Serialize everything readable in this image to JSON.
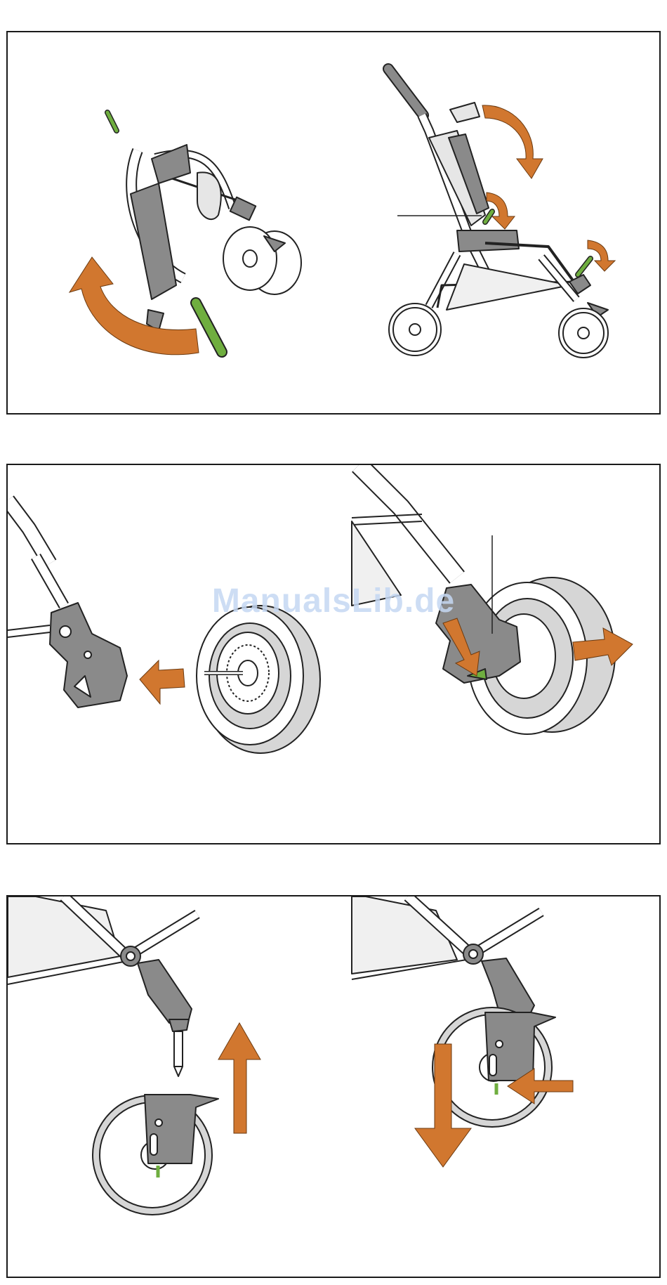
{
  "watermark": "ManualsLib.de",
  "colors": {
    "frame": "#1a1a1a",
    "orange_arrow": "#d1772f",
    "green_lever": "#6fae3f",
    "part_gray": "#8a8a8a",
    "light_gray": "#e6e6e6",
    "wheel_gray": "#d6d6d6"
  },
  "panels": [
    {
      "id": "fold",
      "content": "stroller-unfold-illustration"
    },
    {
      "id": "rear-wheel",
      "content": "rear-wheel-remove-illustration"
    },
    {
      "id": "front-wheel",
      "content": "front-wheel-remove-illustration"
    }
  ]
}
